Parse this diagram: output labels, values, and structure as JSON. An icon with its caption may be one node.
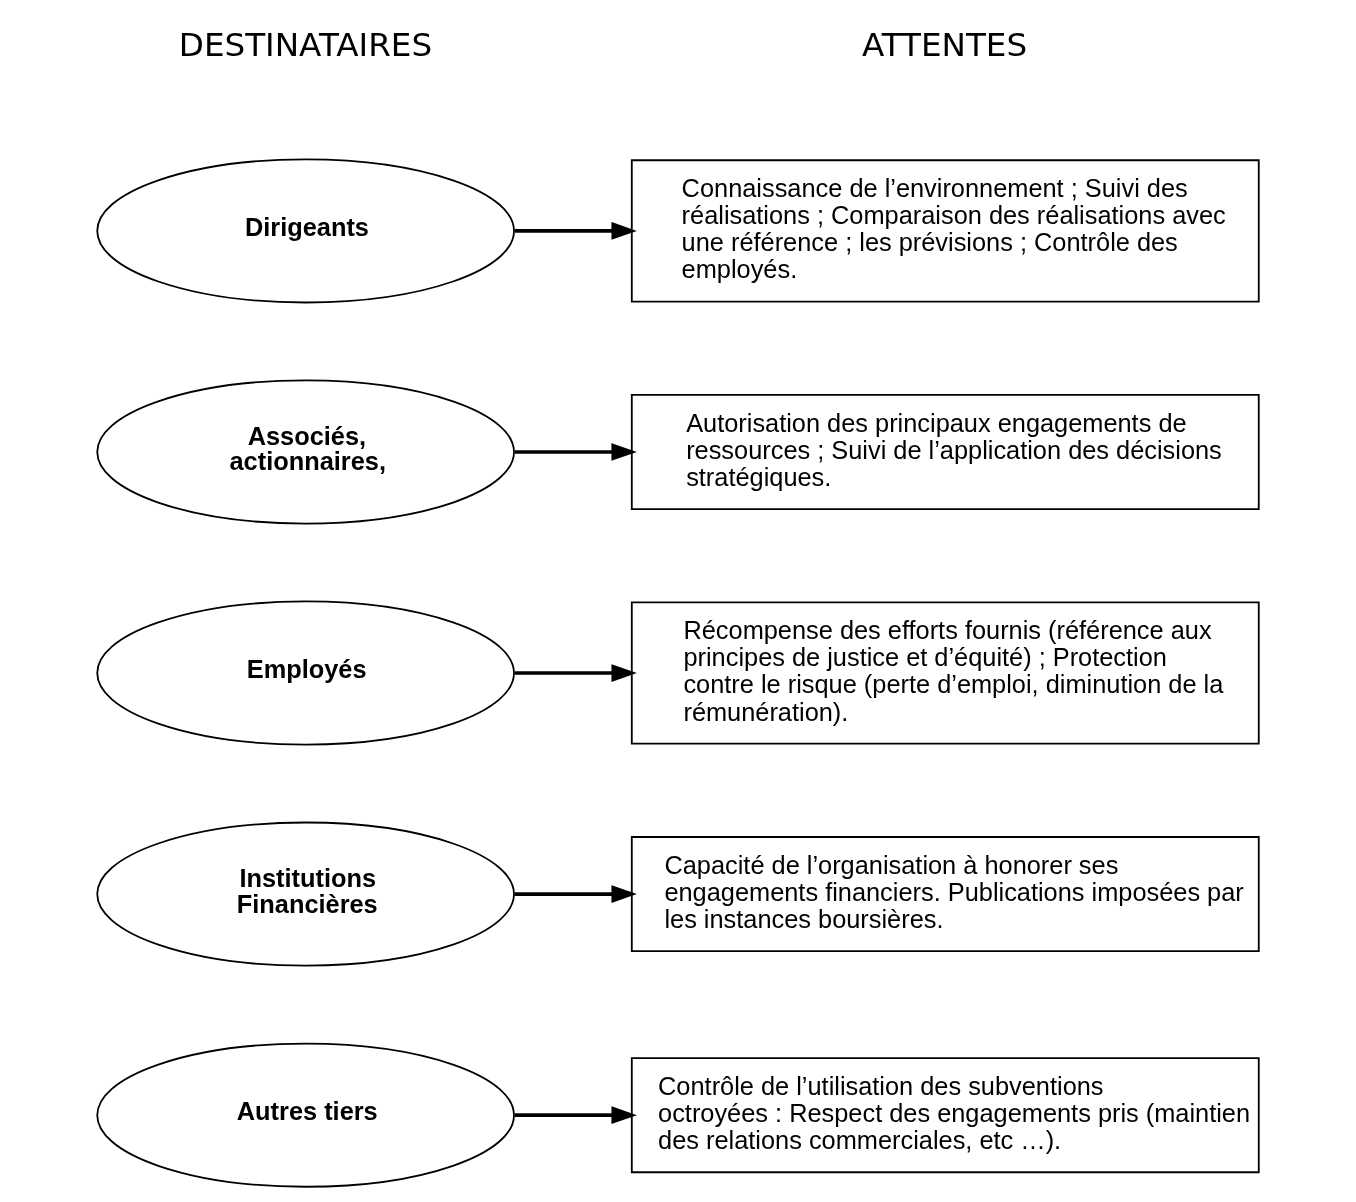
{
  "diagram": {
    "nodes": [
      {
        "text": [
          "Dirigeants"
        ]
      },
      {
        "text": [
          "Connaissance de l’environnement ; Suivi des réalisations ; Comparaison des réalisations avec une référence ; les prévisions ; Contrôle des employés."
        ]
      },
      {
        "text": [
          "Associés, actionnaires,"
        ]
      },
      {
        "text": [
          "Autorisation des principaux engagements de ressources ; Suivi de l’application des décisions stratégiques."
        ]
      },
      {
        "text": [
          "Employés"
        ]
      },
      {
        "text": [
          "Récompense des efforts fournis (référence aux principes de justice et d’équité) ; Protection contre le risque (perte d’emploi, diminution de la rémunération)."
        ]
      },
      {
        "text": [
          "Institutions Financières"
        ]
      },
      {
        "text": [
          "Capacité de l’organisation à honorer ses engagements financiers. Publications imposées par les instances boursières."
        ]
      },
      {
        "text": [
          "Autres tiers"
        ]
      },
      {
        "text": [
          "Contrôle de l’utilisation des subventions octroyées : Respect des engagements pris (maintien des relations commerciales, etc …)."
        ]
      }
    ],
    "edges": [
      {
        "from": 0,
        "to": 1,
        "arrow": "to"
      },
      {
        "from": 2,
        "to": 3,
        "arrow": "to"
      },
      {
        "from": 4,
        "to": 5,
        "arrow": "to"
      },
      {
        "from": 6,
        "to": 7,
        "arrow": "to"
      },
      {
        "from": 8,
        "to": 9,
        "arrow": "to"
      }
    ],
    "labels": [
      "DESTINATAIRES",
      "ATTENTES"
    ]
  }
}
